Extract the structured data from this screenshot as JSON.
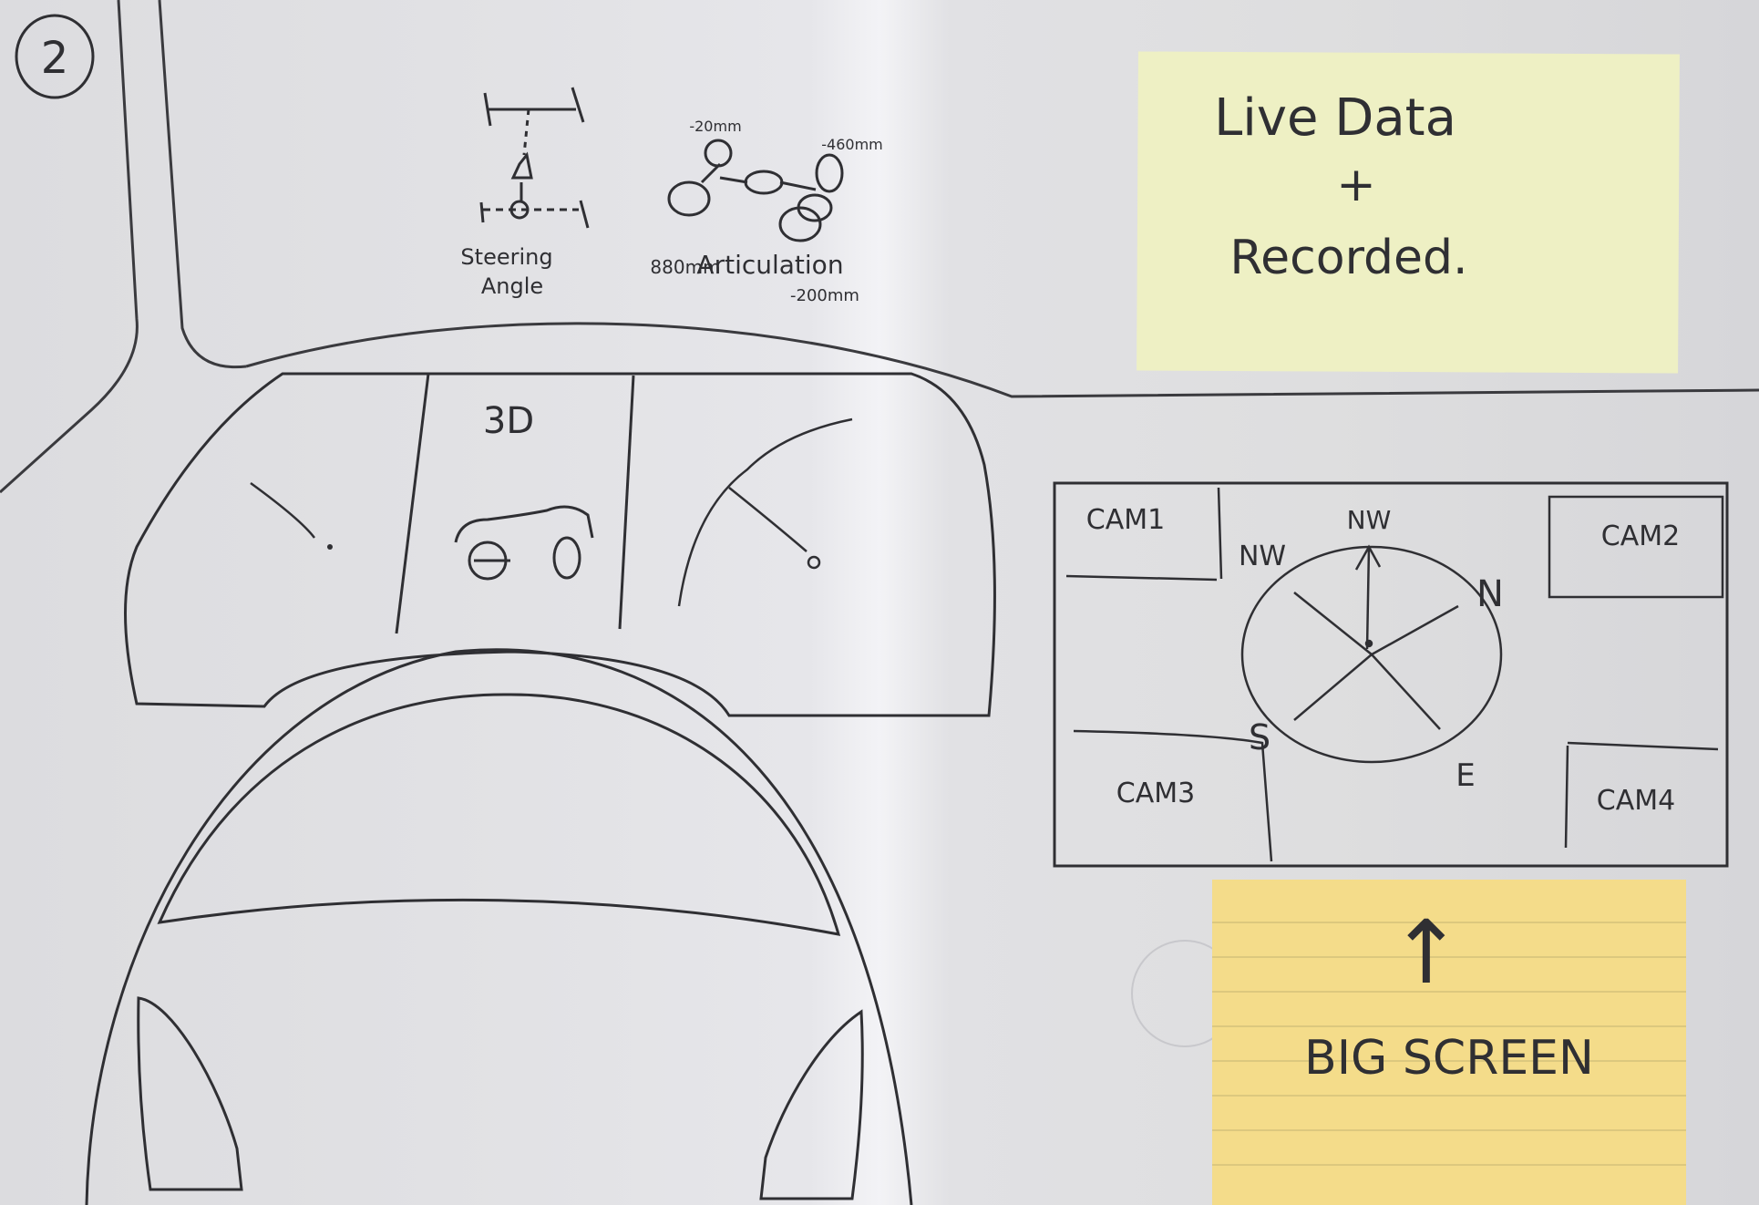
{
  "page_number": "2",
  "instrument_cluster": {
    "steering": {
      "label_line1": "Steering",
      "label_line2": "Angle"
    },
    "articulation": {
      "label": "Articulation",
      "value_front_left": "-20mm",
      "value_front_right": "-460mm",
      "value_rear_left": "880mm",
      "value_rear_right": "-200mm"
    },
    "view_3d_label": "3D"
  },
  "sticky_note_live": {
    "line1": "Live Data",
    "line2": "+",
    "line3": "Recorded."
  },
  "big_screen": {
    "cam1": "CAM1",
    "cam2": "CAM2",
    "cam3": "CAM3",
    "cam4": "CAM4",
    "compass": {
      "n": "N",
      "e": "E",
      "s": "S",
      "nw": "NW",
      "nnw": "NW"
    }
  },
  "sticky_note_big": {
    "arrow": "↑",
    "label": "BIG SCREEN"
  },
  "colors": {
    "paper": "#e4e4e7",
    "ink": "#2f2f33",
    "note_green": "#eef0c4",
    "note_yellow": "#f4dc8a"
  }
}
